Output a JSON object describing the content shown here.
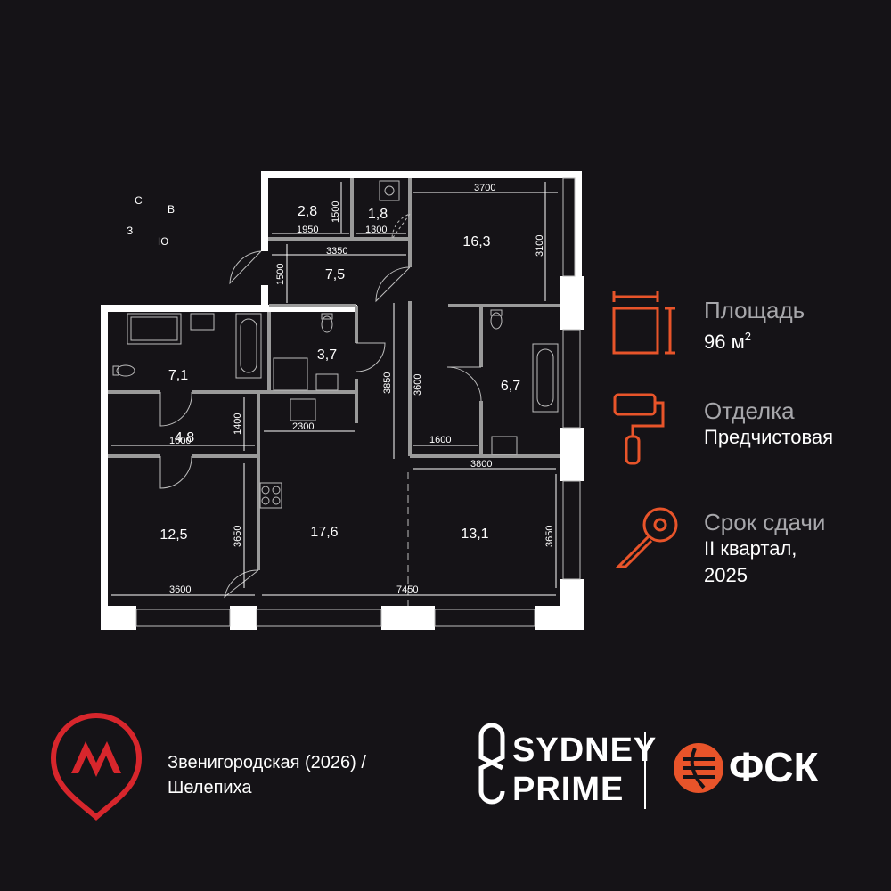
{
  "compass": {
    "n": "С",
    "e": "В",
    "w": "З",
    "s": "Ю"
  },
  "plan": {
    "rooms": [
      {
        "id": "storage",
        "area": "2,8"
      },
      {
        "id": "wc_small",
        "area": "1,8"
      },
      {
        "id": "bedroom_ne",
        "area": "16,3"
      },
      {
        "id": "hall",
        "area": "7,5"
      },
      {
        "id": "bath_left",
        "area": "7,1"
      },
      {
        "id": "wc_center",
        "area": "3,7"
      },
      {
        "id": "bath_right",
        "area": "6,7"
      },
      {
        "id": "corridor",
        "area": "4,8"
      },
      {
        "id": "bedroom_sw",
        "area": "12,5"
      },
      {
        "id": "kitchen_living",
        "area": "17,6"
      },
      {
        "id": "bedroom_se",
        "area": "13,1"
      }
    ],
    "dimensions": [
      "1500",
      "1950",
      "1300",
      "3700",
      "3350",
      "3100",
      "1500",
      "3850",
      "3600",
      "1600",
      "2300",
      "1400",
      "1600",
      "3800",
      "3650",
      "3650",
      "3600",
      "7450"
    ]
  },
  "info": {
    "area_label": "Площадь",
    "area_value": "96 м",
    "area_sup": "2",
    "finish_label": "Отделка",
    "finish_value": "Предчистовая",
    "deadline_label": "Срок сдачи",
    "deadline_line1": "II квартал,",
    "deadline_line2": "2025"
  },
  "footer": {
    "metro_line1": "Звенигородская (2026) /",
    "metro_line2": "Шелепиха",
    "logo_line1": "SYDNEY",
    "logo_line2": "PRIME",
    "brand": "ФСК"
  },
  "colors": {
    "background": "#151317",
    "accent": "#e8542a",
    "metro_red": "#d7262c",
    "muted_text": "#a7a7ab"
  }
}
